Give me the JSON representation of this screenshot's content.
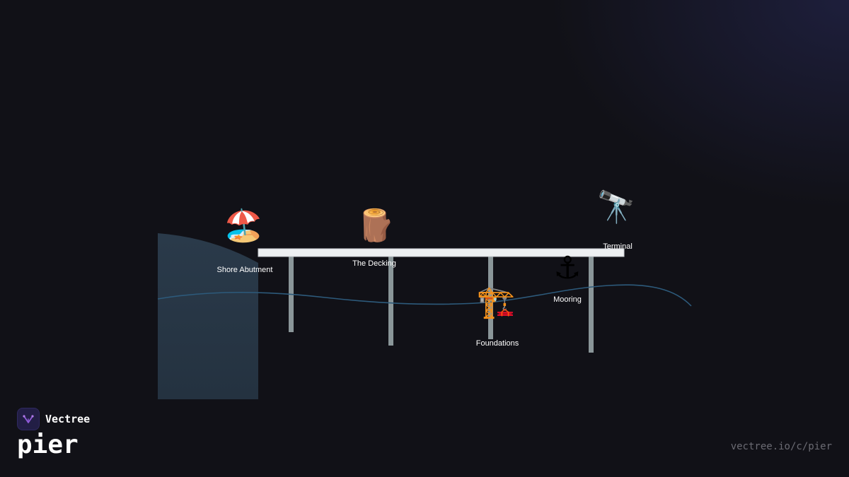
{
  "brand": {
    "name": "Vectree",
    "title": "pier",
    "url": "vectree.io/c/pier"
  },
  "colors": {
    "background": "#111117",
    "deck": "#eef0f2",
    "piling": "#8a9699",
    "shore": "#2a3a4a",
    "water": "#2d5a7b",
    "label": "#ffffff"
  },
  "nodes": [
    {
      "id": "shore-abutment",
      "label": "Shore Abutment",
      "icon": "beach-umbrella-icon",
      "glyph": "🏖️"
    },
    {
      "id": "the-decking",
      "label": "The Decking",
      "icon": "wood-log-icon",
      "glyph": "🪵"
    },
    {
      "id": "foundations",
      "label": "Foundations",
      "icon": "construction-crane-icon",
      "glyph": "🏗️"
    },
    {
      "id": "mooring",
      "label": "Mooring",
      "icon": "anchor-icon",
      "glyph": "⚓"
    },
    {
      "id": "terminal",
      "label": "Terminal",
      "icon": "telescope-icon",
      "glyph": "🔭"
    }
  ]
}
